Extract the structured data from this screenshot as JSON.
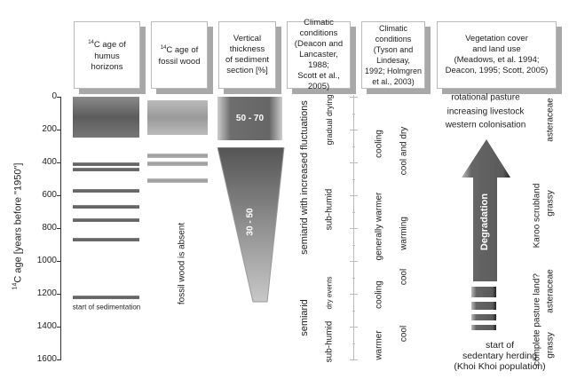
{
  "headers": [
    {
      "sup": "14",
      "text": "C age of\nhumus\nhorizons"
    },
    {
      "sup": "14",
      "text": "C age of\nfossil wood"
    },
    {
      "text": "Vertical thickness\nof sediment\nsection [%]"
    },
    {
      "text": "Climatic conditions\n(Deacon and\nLancaster, 1988;\nScott et al., 2005)"
    },
    {
      "text": "Climatic conditions\n(Tyson and Lindesay,\n1992; Holmgren\net al., 2003)"
    },
    {
      "text": "Vegetation cover\nand land use\n(Meadows, et al. 1994;\nDeacon, 1995; Scott, 2005)"
    }
  ],
  "y_axis": {
    "sup": "14",
    "title": "C age [years before \"1950\"]",
    "ticks": [
      0,
      200,
      400,
      600,
      800,
      1000,
      1200,
      1400,
      1600
    ]
  },
  "humus": {
    "block": [
      0,
      250
    ],
    "lines": [
      410,
      445,
      575,
      670,
      750,
      870,
      1220
    ],
    "label": "start of sedimentation"
  },
  "wood": {
    "block": [
      20,
      230
    ],
    "lines": [
      360,
      410,
      510
    ],
    "label": "fossil wood is absent"
  },
  "thickness": {
    "upper": "50 - 70",
    "lower": "30 - 50"
  },
  "climate1": {
    "a": "semiarid with increased fluctuations",
    "b": "semiarid",
    "c": "gradual drying",
    "d": "sub-humid",
    "e": "dry events",
    "f": "sub-humid"
  },
  "climate2": {
    "a": "cooling",
    "b": "generally warmer",
    "c": "cooling",
    "d": "warmer",
    "e": "cool and dry",
    "f": "warming",
    "g": "cool",
    "h": "cool"
  },
  "vegetation": {
    "top": [
      "rotational pasture",
      "increasing livestock",
      "western colonisation"
    ],
    "arrow": "Degradation",
    "bottom": [
      "start of",
      "sedentary herding",
      "(Khoi Khoi population)"
    ],
    "complete": "complete pasture land?",
    "karoo": "Karoo scrubland",
    "ast1": "asteraceae",
    "ast2": "asteraceae",
    "grassy1": "grassy",
    "grassy2": "grassy"
  }
}
